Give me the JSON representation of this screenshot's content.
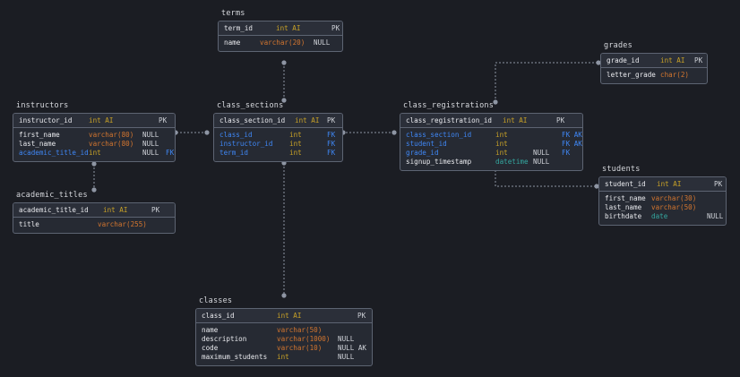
{
  "diagram": {
    "kind": "entity-relationship-diagram",
    "background": "#1b1d23",
    "table_fill": "#262a33",
    "table_border": "#5d6472",
    "colors": {
      "column_name": "#e9eaee",
      "foreign_key_name": "#3f87f5",
      "int_type": "#c9a227",
      "string_type": "#d4762f",
      "datetime_type": "#34a8a0",
      "marker": "#cfd2d8",
      "connector": "#8e95a3"
    }
  },
  "tables": {
    "terms": {
      "title": "terms",
      "pk": {
        "name": "term_id",
        "type": "int AI",
        "nullable": "",
        "key": "PK"
      },
      "columns": [
        {
          "name": "name",
          "type": "varchar(20)",
          "nullable": "NULL",
          "key": ""
        }
      ]
    },
    "grades": {
      "title": "grades",
      "pk": {
        "name": "grade_id",
        "type": "int AI",
        "nullable": "",
        "key": "PK"
      },
      "columns": [
        {
          "name": "letter_grade",
          "type": "char(2)",
          "nullable": "",
          "key": ""
        }
      ]
    },
    "instructors": {
      "title": "instructors",
      "pk": {
        "name": "instructor_id",
        "type": "int AI",
        "nullable": "",
        "key": "PK"
      },
      "columns": [
        {
          "name": "first_name",
          "type": "varchar(80)",
          "nullable": "NULL",
          "key": ""
        },
        {
          "name": "last_name",
          "type": "varchar(80)",
          "nullable": "NULL",
          "key": ""
        },
        {
          "name": "academic_title_id",
          "type": "int",
          "nullable": "NULL",
          "key": "FK",
          "is_fk": true
        }
      ]
    },
    "academic_titles": {
      "title": "academic_titles",
      "pk": {
        "name": "academic_title_id",
        "type": "int AI",
        "nullable": "",
        "key": "PK"
      },
      "columns": [
        {
          "name": "title",
          "type": "varchar(255)",
          "nullable": "",
          "key": ""
        }
      ]
    },
    "class_sections": {
      "title": "class_sections",
      "pk": {
        "name": "class_section_id",
        "type": "int AI",
        "nullable": "",
        "key": "PK"
      },
      "columns": [
        {
          "name": "class_id",
          "type": "int",
          "nullable": "",
          "key": "FK",
          "is_fk": true
        },
        {
          "name": "instructor_id",
          "type": "int",
          "nullable": "",
          "key": "FK",
          "is_fk": true
        },
        {
          "name": "term_id",
          "type": "int",
          "nullable": "",
          "key": "FK",
          "is_fk": true
        }
      ]
    },
    "class_registrations": {
      "title": "class_registrations",
      "pk": {
        "name": "class_registration_id",
        "type": "int AI",
        "nullable": "",
        "key": "PK"
      },
      "columns": [
        {
          "name": "class_section_id",
          "type": "int",
          "nullable": "",
          "key": "FK AK",
          "is_fk": true
        },
        {
          "name": "student_id",
          "type": "int",
          "nullable": "",
          "key": "FK AK",
          "is_fk": true
        },
        {
          "name": "grade_id",
          "type": "int",
          "nullable": "NULL",
          "key": "FK",
          "is_fk": true
        },
        {
          "name": "signup_timestamp",
          "type": "datetime",
          "nullable": "NULL",
          "key": ""
        }
      ]
    },
    "students": {
      "title": "students",
      "pk": {
        "name": "student_id",
        "type": "int AI",
        "nullable": "",
        "key": "PK"
      },
      "columns": [
        {
          "name": "first_name",
          "type": "varchar(30)",
          "nullable": "",
          "key": ""
        },
        {
          "name": "last_name",
          "type": "varchar(50)",
          "nullable": "",
          "key": ""
        },
        {
          "name": "birthdate",
          "type": "date",
          "nullable": "NULL",
          "key": ""
        }
      ]
    },
    "classes": {
      "title": "classes",
      "pk": {
        "name": "class_id",
        "type": "int AI",
        "nullable": "",
        "key": "PK"
      },
      "columns": [
        {
          "name": "name",
          "type": "varchar(50)",
          "nullable": "",
          "key": ""
        },
        {
          "name": "description",
          "type": "varchar(1000)",
          "nullable": "NULL",
          "key": ""
        },
        {
          "name": "code",
          "type": "varchar(10)",
          "nullable": "NULL AK",
          "key": ""
        },
        {
          "name": "maximum_students",
          "type": "int",
          "nullable": "NULL",
          "key": ""
        }
      ]
    }
  },
  "relationships": [
    {
      "from": "class_sections",
      "to": "terms"
    },
    {
      "from": "class_sections",
      "to": "instructors"
    },
    {
      "from": "class_sections",
      "to": "classes"
    },
    {
      "from": "instructors",
      "to": "academic_titles"
    },
    {
      "from": "class_registrations",
      "to": "class_sections"
    },
    {
      "from": "class_registrations",
      "to": "grades"
    },
    {
      "from": "class_registrations",
      "to": "students"
    }
  ]
}
